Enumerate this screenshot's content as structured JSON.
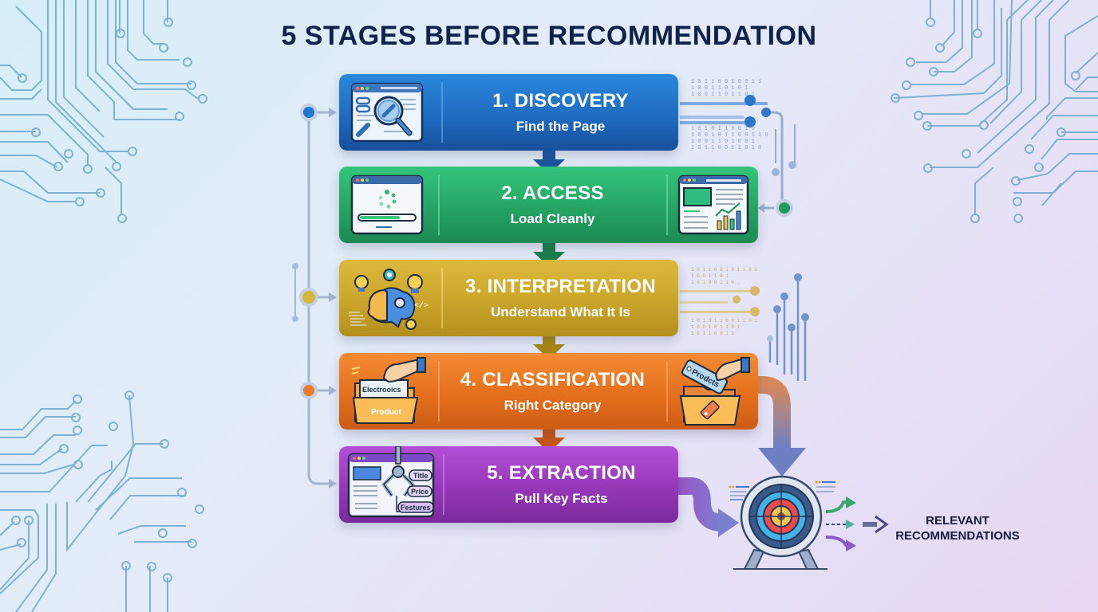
{
  "title": "5 STAGES BEFORE RECOMMENDATION",
  "stages": [
    {
      "number": "1",
      "name": "1. DISCOVERY",
      "subtitle": "Find the Page",
      "color": "#1f74c8",
      "color_dark": "#16549b",
      "icons": [
        "browser-search-links-icon"
      ]
    },
    {
      "number": "2",
      "name": "2. ACCESS",
      "subtitle": "Load Cleanly",
      "color": "#2aae6a",
      "color_dark": "#1c8a55",
      "icons": [
        "page-loading-icon",
        "page-analytics-icon"
      ]
    },
    {
      "number": "3",
      "name": "3. INTERPRETATION",
      "subtitle": "Understand What It Is",
      "color": "#d4b033",
      "color_dark": "#b08c1c",
      "icons": [
        "brain-gears-icon"
      ]
    },
    {
      "number": "4",
      "name": "4. CLASSIFICATION",
      "subtitle": "Right Category",
      "color": "#ef7e26",
      "color_dark": "#cf5e12",
      "icons": [
        "folder-electronics-product-icon",
        "folder-tag-icon"
      ]
    },
    {
      "number": "5",
      "name": "5. EXTRACTION",
      "subtitle": "Pull Key Facts",
      "color": "#a13fc4",
      "color_dark": "#7b2a9e",
      "icons": [
        "claw-extract-fields-icon"
      ]
    }
  ],
  "icon_labels": {
    "folder_tab": "Electrooics",
    "folder_body": "Product",
    "tag": "Prodcts",
    "fields": [
      "Title",
      "Price",
      "Festures"
    ]
  },
  "result": {
    "line1": "RELEVANT",
    "line2": "RECOMMENDATIONS",
    "icon": "target-icon"
  },
  "colors": {
    "title": "#11224a",
    "connector": "#9aaccc",
    "circuit": "#6ea6cc"
  }
}
